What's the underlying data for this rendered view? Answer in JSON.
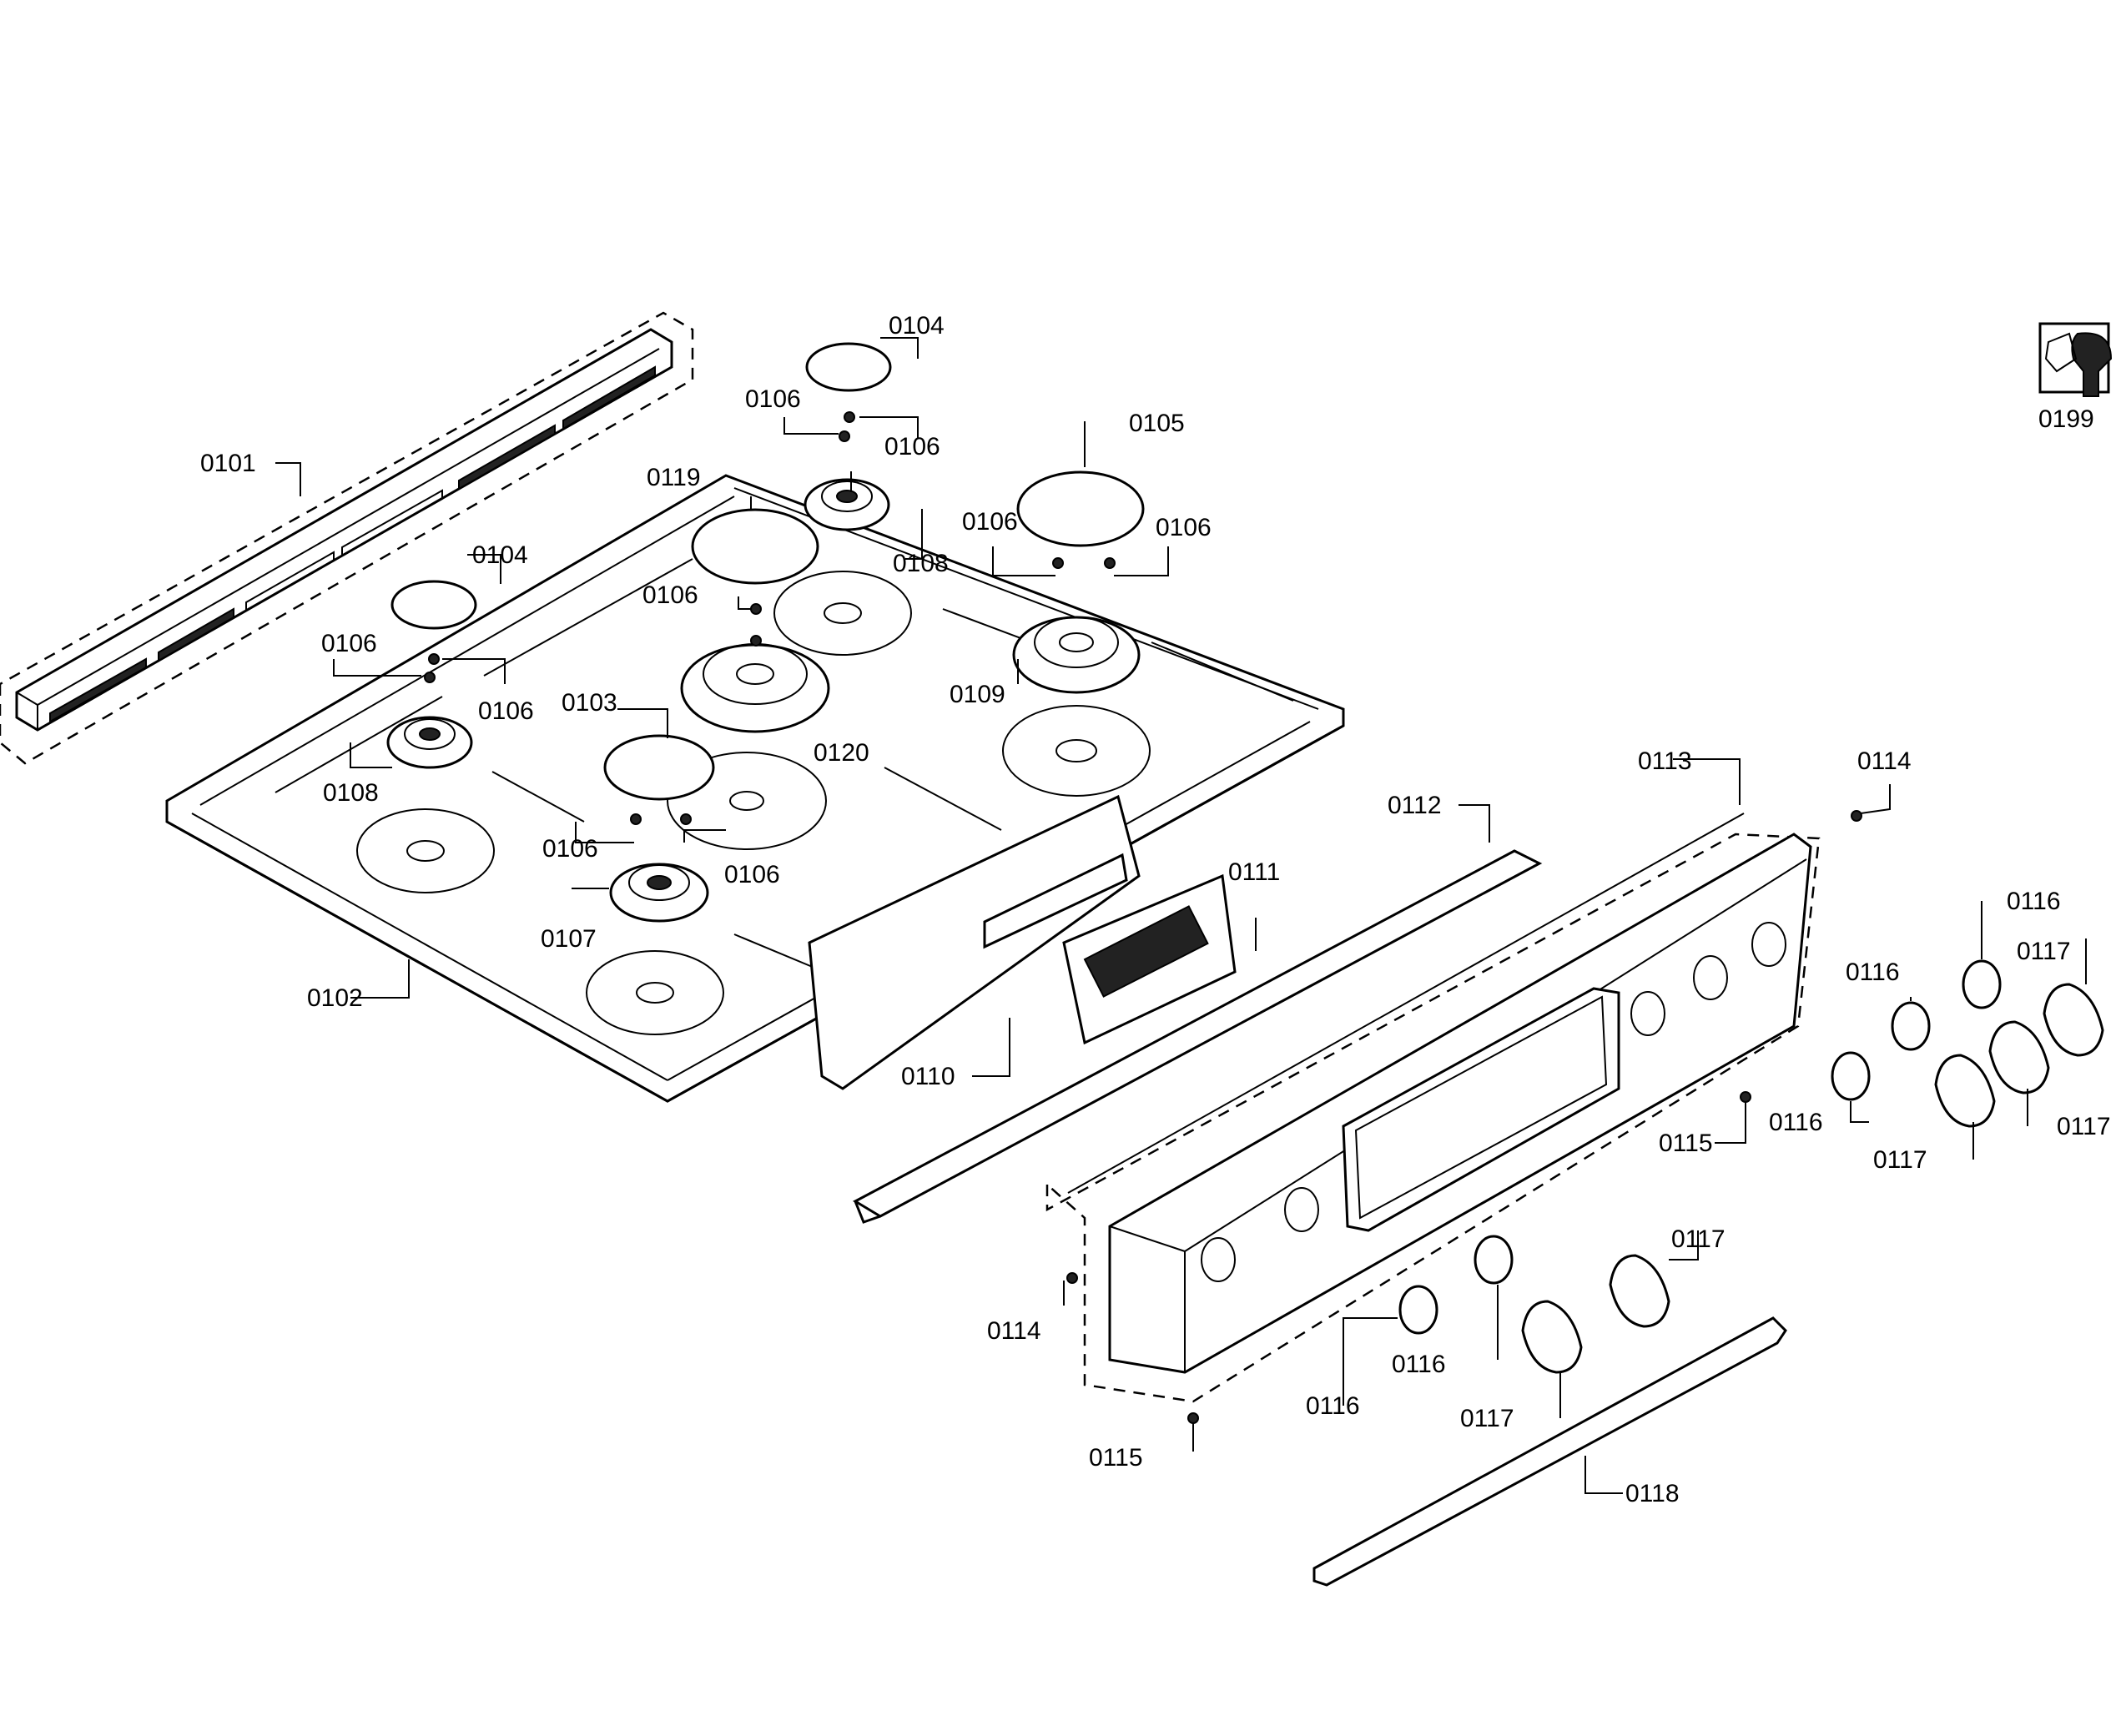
{
  "callouts": {
    "c0101": "0101",
    "c0102": "0102",
    "c0103": "0103",
    "c0104a": "0104",
    "c0104b": "0104",
    "c0105": "0105",
    "c0106a": "0106",
    "c0106b": "0106",
    "c0106c": "0106",
    "c0106d": "0106",
    "c0106e": "0106",
    "c0106f": "0106",
    "c0106g": "0106",
    "c0106h": "0106",
    "c0106i": "0106",
    "c0107": "0107",
    "c0108a": "0108",
    "c0108b": "0108",
    "c0109": "0109",
    "c0110": "0110",
    "c0111": "0111",
    "c0112": "0112",
    "c0113": "0113",
    "c0114a": "0114",
    "c0114b": "0114",
    "c0115a": "0115",
    "c0115b": "0115",
    "c0116a": "0116",
    "c0116b": "0116",
    "c0116c": "0116",
    "c0116d": "0116",
    "c0116e": "0116",
    "c0117a": "0117",
    "c0117b": "0117",
    "c0117c": "0117",
    "c0117d": "0117",
    "c0117e": "0117",
    "c0118": "0118",
    "c0119": "0119",
    "c0120": "0120",
    "c0199": "0199"
  },
  "icons": {
    "tool": "wrench-icon"
  }
}
